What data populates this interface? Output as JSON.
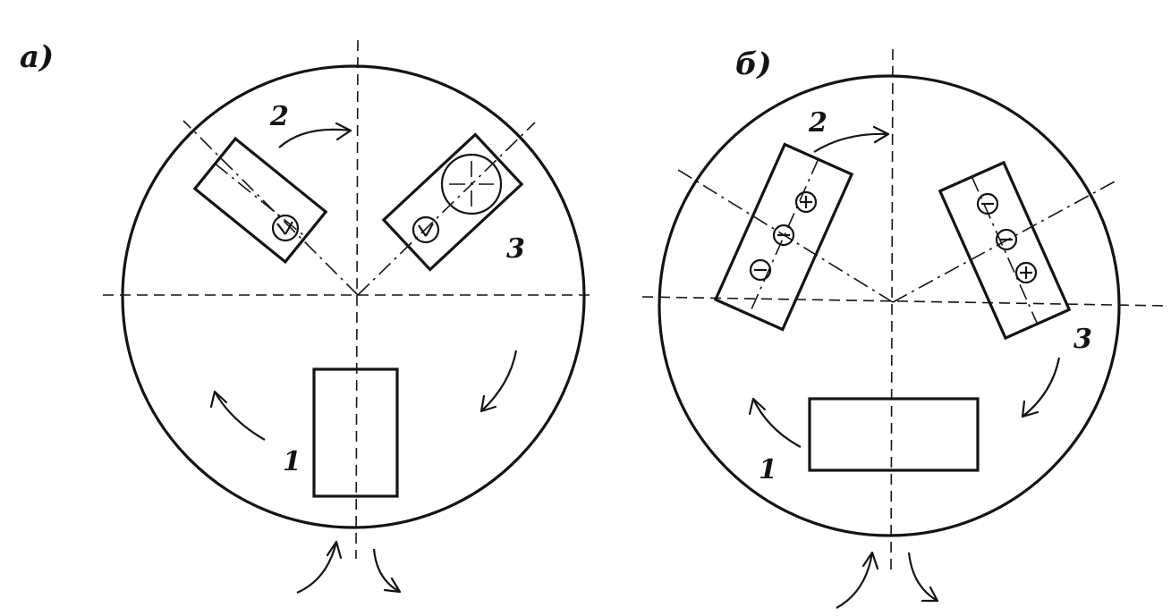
{
  "figure_a": {
    "panel_label": "а)",
    "station_1_label": "1",
    "station_2_label": "2",
    "station_3_label": "3"
  },
  "figure_b": {
    "panel_label": "б)",
    "station_1_label": "1",
    "station_2_label": "2",
    "station_3_label": "3"
  },
  "style": {
    "line_color": "#141414",
    "background": "#ffffff"
  }
}
